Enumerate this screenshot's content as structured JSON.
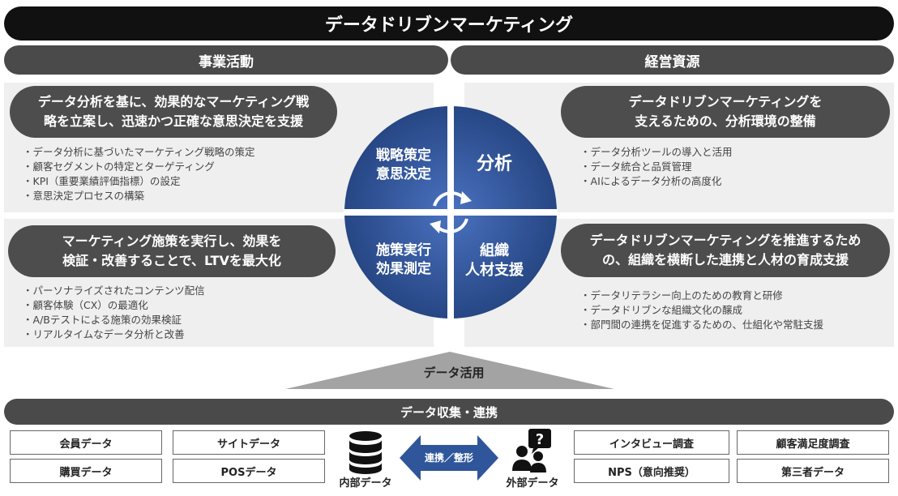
{
  "title": "データドリブンマーケティング",
  "left_header": "事業活動",
  "right_header": "経営資源",
  "top_left": {
    "bubble": "データ分析を基に、効果的なマーケティング戦\n略を立案し、迅速かつ正確な意思決定を支援",
    "bullets": [
      "データ分析に基づいたマーケティング戦略の策定",
      "顧客セグメントの特定とターゲティング",
      "KPI（重要業績評価指標）の設定",
      "意思決定プロセスの構築"
    ]
  },
  "bottom_left": {
    "bubble": "マーケティング施策を実行し、効果を\n検証・改善することで、LTVを最大化",
    "bullets": [
      "パーソナライズされたコンテンツ配信",
      "顧客体験（CX）の最適化",
      "A/Bテストによる施策の効果検証",
      "リアルタイムなデータ分析と改善"
    ]
  },
  "top_right": {
    "bubble": "データドリブンマーケティングを\n支えるための、分析環境の整備",
    "bullets": [
      "データ分析ツールの導入と活用",
      "データ統合と品質管理",
      "AIによるデータ分析の高度化"
    ]
  },
  "bottom_right": {
    "bubble": "データドリブンマーケティングを推進するため\nの、組織を横断した連携と人材の育成支援",
    "bullets": [
      "データリテラシー向上のための教育と研修",
      "データドリブンな組織文化の醸成",
      "部門間の連携を促進するための、仕組化や常駐支援"
    ]
  },
  "quadrants": {
    "tl": "戦略策定\n意思決定",
    "tr": "分析",
    "bl": "施策実行\n効果測定",
    "br": "組織\n人材支援"
  },
  "usage_label": "データ活用",
  "collection_label": "データ収集・連携",
  "internal": {
    "boxes": [
      "会員データ",
      "サイトデータ",
      "購買データ",
      "POSデータ"
    ],
    "caption": "内部データ"
  },
  "link_label": "連携／整形",
  "external": {
    "boxes": [
      "インタビュー調査",
      "顧客満足度調査",
      "NPS（意向推奨）",
      "第三者データ"
    ],
    "caption": "外部データ"
  },
  "colors": {
    "circle": "#2f4f8f",
    "circle_light": "#3d64b0",
    "dark": "#111111",
    "gray": "#4a4a4a",
    "panel": "#efefef"
  },
  "icons": [
    "database-icon",
    "people-question-icon",
    "cycle-arrows-icon",
    "double-arrow-icon"
  ]
}
